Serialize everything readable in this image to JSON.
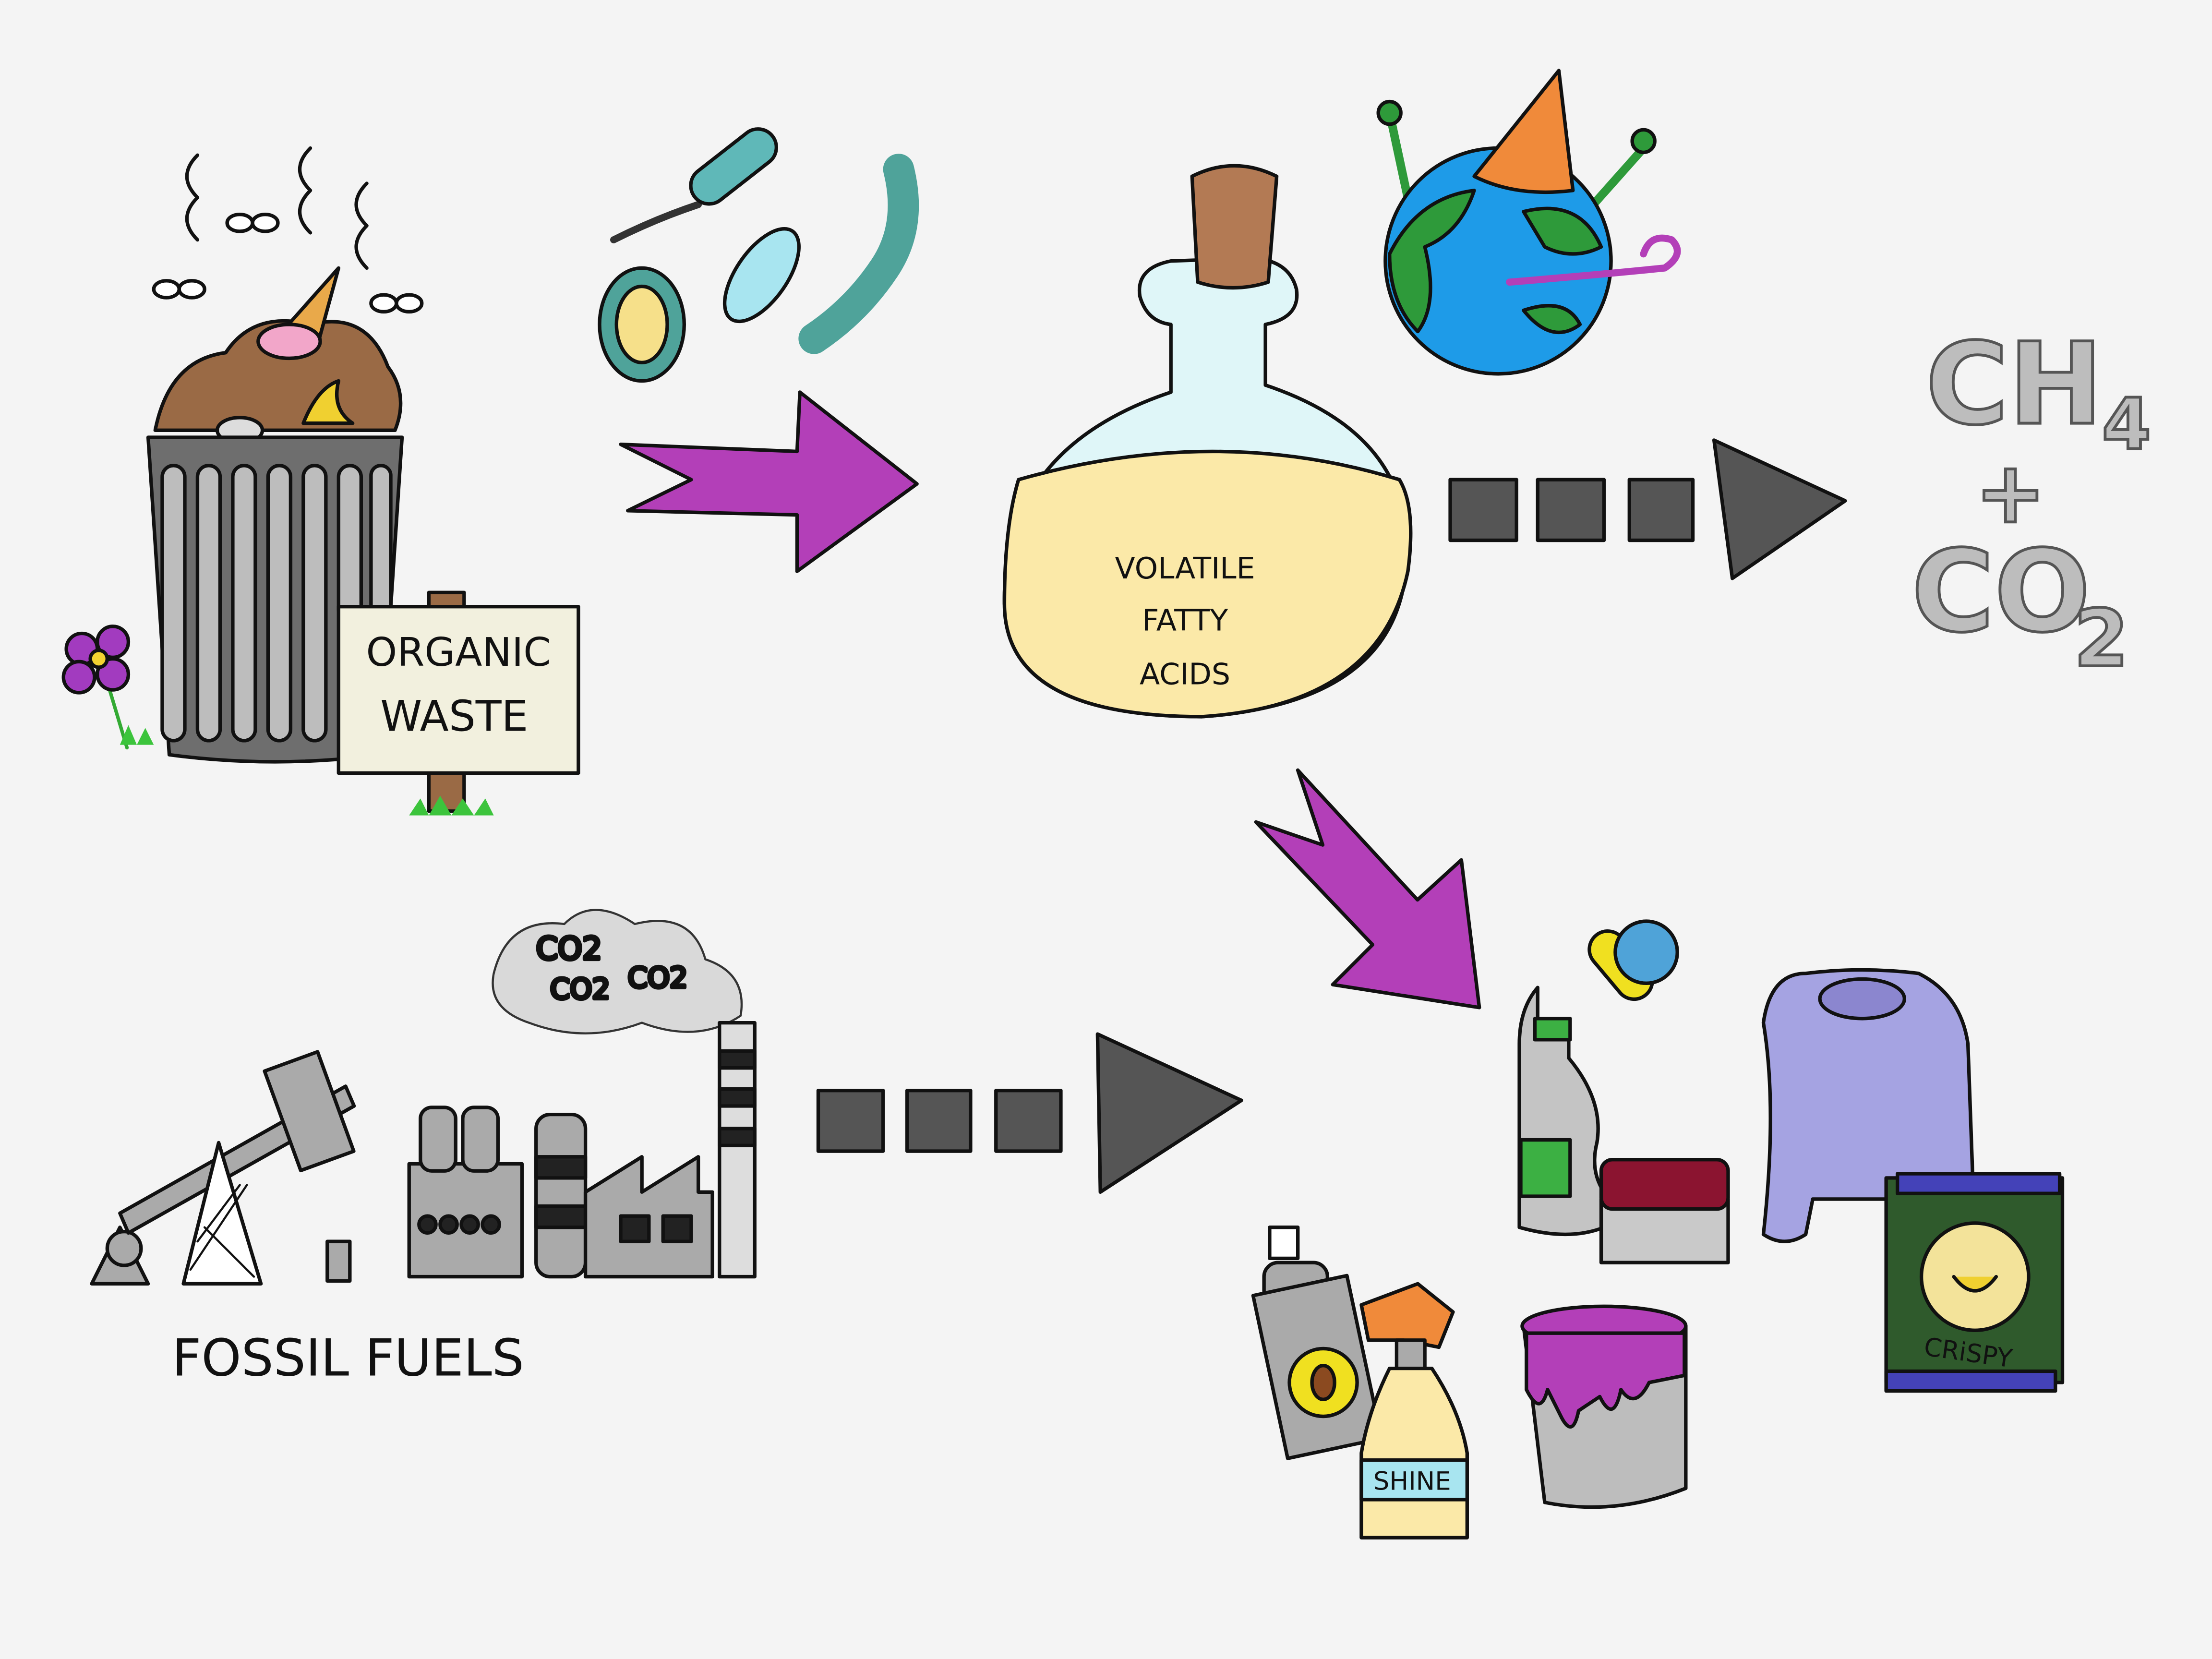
{
  "organic_waste": {
    "sign_line1": "ORGANIC",
    "sign_line2": "WASTE"
  },
  "flask": {
    "line1": "VOLATILE",
    "line2": "FATTY",
    "line3": "ACIDS"
  },
  "gases": {
    "ch4": "CH",
    "ch4_sub": "4",
    "plus": "+",
    "co2": "CO",
    "co2_sub": "2"
  },
  "fossil": {
    "label": "FOSSIL FUELS",
    "smoke": [
      "CO2",
      "CO2",
      "CO2"
    ]
  },
  "products": {
    "spray_label": "SHINE",
    "chips_label": "CRiSPY"
  },
  "colors": {
    "arrow_purple": "#b33fb8",
    "dashed_arrow": "#555555",
    "background": "#f4f4f4",
    "flask_liquid": "#fbe9a8",
    "earth_ocean": "#1e9be8",
    "earth_land": "#2e9a3a"
  }
}
